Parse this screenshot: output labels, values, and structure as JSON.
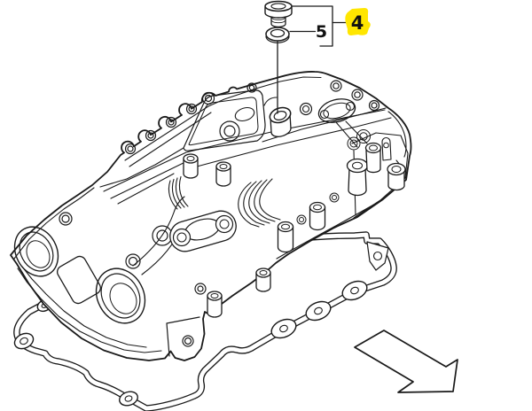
{
  "page": {
    "background": "#ffffff"
  },
  "callouts": {
    "item4": {
      "label": "4",
      "highlight_color": "#ffe600"
    },
    "item5": {
      "label": "5"
    }
  },
  "diagram": {
    "line_color": "#1a1a1a",
    "arrow_direction": "down-right"
  }
}
